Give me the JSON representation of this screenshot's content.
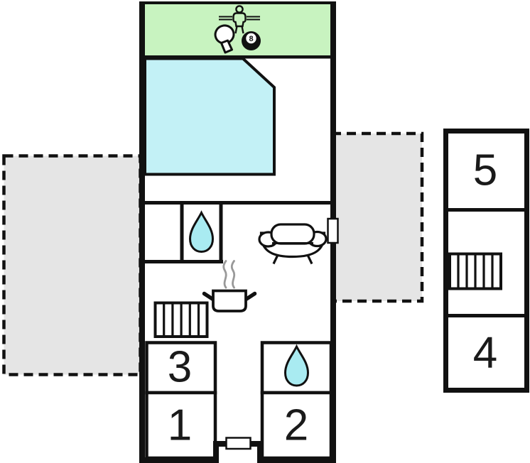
{
  "title": "Holiday home floor plan",
  "colors": {
    "terrace_green": "#c8f3c0",
    "pool_blue": "#c3f1f6",
    "water_drop_blue": "#a9ebf1",
    "terrace_gray": "#e5e5e5",
    "wall_black": "#111111",
    "steam_gray": "#999999"
  },
  "main_building": {
    "game_terrace": {
      "icons": [
        "foosball-player-icon",
        "table-tennis-paddle-icon",
        "billiard-8-ball-icon"
      ],
      "ball_label": "8"
    },
    "pool": {
      "icon": "swimming-pool-area"
    },
    "bathroom": {
      "icon": "water-drop-icon"
    },
    "living_area": {
      "icon": "sofa-icon"
    },
    "kitchen": {
      "icon": "cooking-pot-icon",
      "steam": "steam-icon"
    },
    "stairs": {
      "icon": "stairs-icon"
    },
    "side_door": {
      "icon": "door-icon"
    },
    "entrance_door": {
      "icon": "door-icon"
    },
    "rooms": [
      {
        "number": "3"
      },
      {
        "number": "1"
      },
      {
        "number": "2"
      }
    ],
    "shower_room": {
      "icon": "water-drop-icon"
    }
  },
  "annex_building": {
    "rooms": [
      {
        "number": "5"
      },
      {
        "number": "4"
      }
    ],
    "stairs": {
      "icon": "stairs-icon"
    }
  }
}
